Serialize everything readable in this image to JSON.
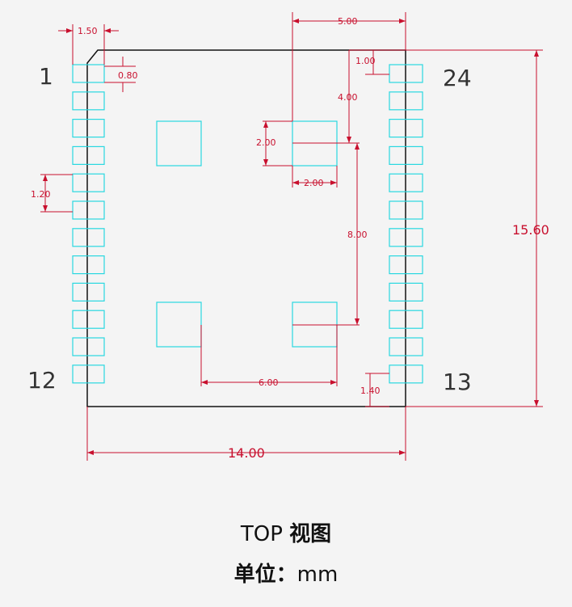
{
  "colors": {
    "outline": "#111111",
    "pad": "#29d8e0",
    "dimension": "#c8102e",
    "background": "#f4f4f4"
  },
  "pins": {
    "left_top": "1",
    "left_bottom": "12",
    "right_top": "24",
    "right_bottom": "13"
  },
  "dimensions": {
    "pad_pitch_top": "1.50",
    "pad_width": "0.80",
    "pad_pitch": "1.20",
    "pad_inset_bottom": "1.40",
    "right_pad_offset": "1.00",
    "inner_offset_top": "4.00",
    "inner_span_top": "5.00",
    "inner_pad_h": "2.00",
    "inner_pad_w": "2.00",
    "inner_vertical_span": "8.00",
    "inner_horizontal_span": "6.00",
    "overall_height": "15.60",
    "overall_width": "14.00"
  },
  "caption": {
    "view_prefix": "TOP",
    "view_cn": "视图",
    "unit_cn": "单位：",
    "unit": "mm"
  }
}
